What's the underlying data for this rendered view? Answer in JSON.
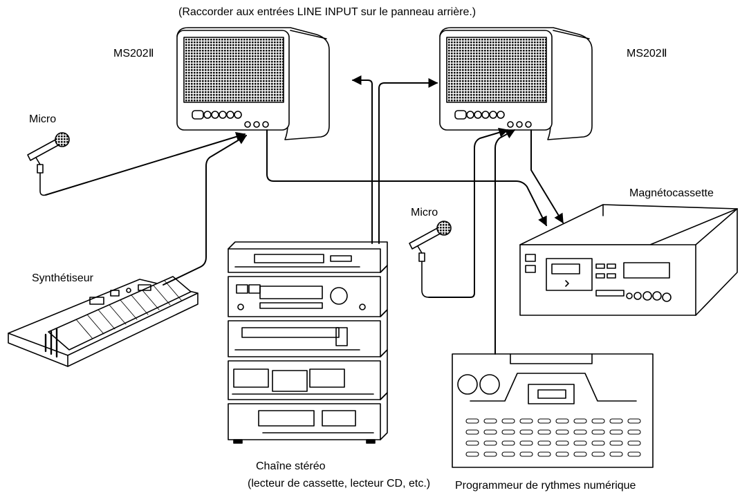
{
  "header_note": "(Raccorder aux entrées LINE INPUT sur le panneau arrière.)",
  "devices": {
    "speaker_left": {
      "label": "MS202Ⅱ",
      "icon": "speaker-icon"
    },
    "speaker_right": {
      "label": "MS202Ⅱ",
      "icon": "speaker-icon"
    },
    "mic_left": {
      "label": "Micro",
      "icon": "microphone-icon"
    },
    "mic_right": {
      "label": "Micro",
      "icon": "microphone-icon"
    },
    "synth": {
      "label": "Synthétiseur",
      "icon": "keyboard-icon"
    },
    "stereo": {
      "label_line1": "Chaîne stéréo",
      "label_line2": "(lecteur de cassette, lecteur CD, etc.)",
      "icon": "stereo-system-icon"
    },
    "cassette_deck": {
      "label": "Magnétocassette",
      "icon": "cassette-deck-icon"
    },
    "drum_machine": {
      "label": "Programmeur de rythmes numérique",
      "icon": "drum-machine-icon"
    }
  },
  "colors": {
    "line": "#000000",
    "background": "#ffffff",
    "grille": "#000000"
  }
}
